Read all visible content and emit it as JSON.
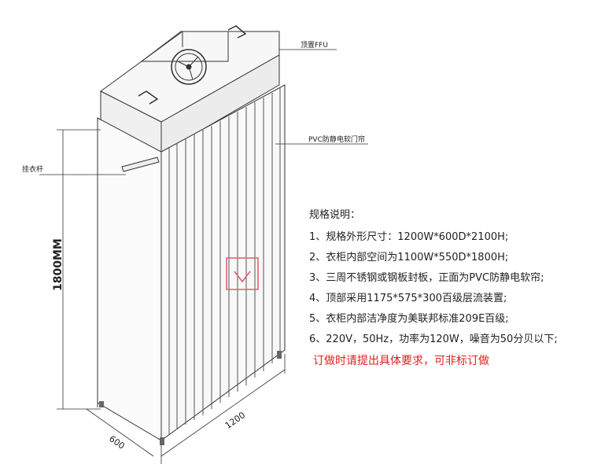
{
  "callouts": {
    "ffu": "顶置FFU",
    "pvc_curtain": "PVC防静电软门帘",
    "hanger_rod": "挂衣杆"
  },
  "dimensions": {
    "height": "1800MM",
    "width": "1200",
    "depth": "600"
  },
  "specs": {
    "title": "规格说明：",
    "items": [
      "1、规格外形尺寸：1200W*600D*2100H;",
      "2、衣柜内部空间为1100W*550D*1800H;",
      "3、三周不锈钢或钢板封板，正面为PVC防静电软帘;",
      "4、顶部采用1175*575*300百级层流装置;",
      "5、衣柜内部洁净度为美联邦标准209E百级;",
      "6、220V，50Hz，功率为120W，噪音为50分贝以下;"
    ]
  },
  "note": "订做时请提出具体要求，可非标订做",
  "colors": {
    "note": "#e0201b",
    "line": "#333333",
    "watermark": "#e35a6a"
  },
  "watermark_icon": "logo-stamp-icon"
}
